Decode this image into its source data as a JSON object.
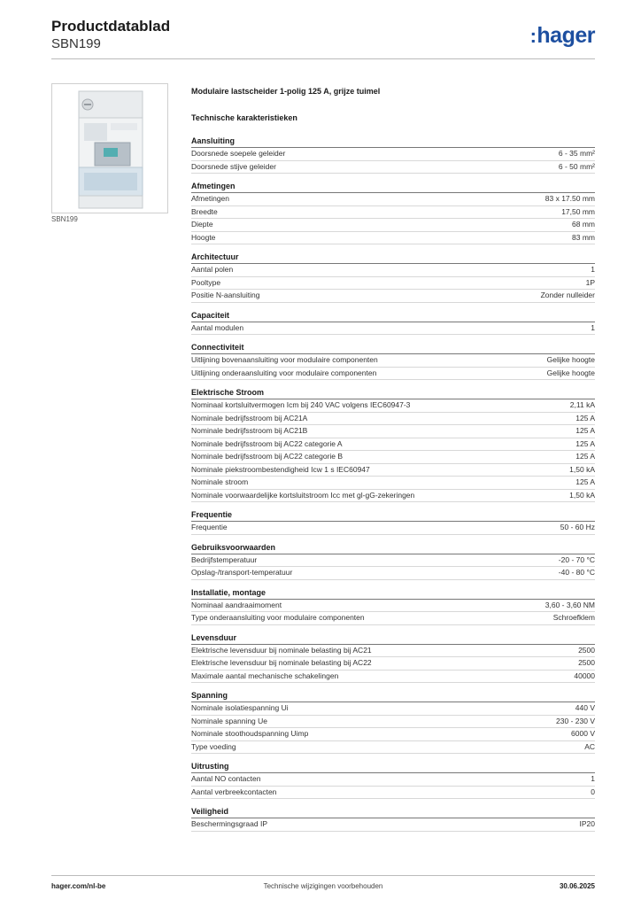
{
  "header": {
    "title": "Productdatablad",
    "subtitle": "SBN199",
    "logo_text": "hager",
    "brand_color": "#1d4fa0"
  },
  "product": {
    "image_caption": "SBN199",
    "description": "Modulaire lastscheider 1-polig 125 A, grijze tuimel"
  },
  "tech_heading": "Technische karakteristieken",
  "sections": [
    {
      "title": "Aansluiting",
      "rows": [
        {
          "label": "Doorsnede soepele geleider",
          "value": "6 - 35 mm²"
        },
        {
          "label": "Doorsnede stijve geleider",
          "value": "6 - 50 mm²"
        }
      ]
    },
    {
      "title": "Afmetingen",
      "rows": [
        {
          "label": "Afmetingen",
          "value": "83 x 17.50 mm"
        },
        {
          "label": "Breedte",
          "value": "17,50 mm"
        },
        {
          "label": "Diepte",
          "value": "68 mm"
        },
        {
          "label": "Hoogte",
          "value": "83 mm"
        }
      ]
    },
    {
      "title": "Architectuur",
      "rows": [
        {
          "label": "Aantal polen",
          "value": "1"
        },
        {
          "label": "Pooltype",
          "value": "1P"
        },
        {
          "label": "Positie N-aansluiting",
          "value": "Zonder nulleider"
        }
      ]
    },
    {
      "title": "Capaciteit",
      "rows": [
        {
          "label": "Aantal modulen",
          "value": "1"
        }
      ]
    },
    {
      "title": "Connectiviteit",
      "rows": [
        {
          "label": "Uitlijning bovenaansluiting voor modulaire componenten",
          "value": "Gelijke hoogte"
        },
        {
          "label": "Uitlijning onderaansluiting voor modulaire componenten",
          "value": "Gelijke hoogte"
        }
      ]
    },
    {
      "title": "Elektrische Stroom",
      "rows": [
        {
          "label": "Nominaal kortsluitvermogen Icm bij 240 VAC volgens IEC60947-3",
          "value": "2,11 kA"
        },
        {
          "label": "Nominale bedrijfsstroom bij AC21A",
          "value": "125 A"
        },
        {
          "label": "Nominale bedrijfsstroom bij AC21B",
          "value": "125 A"
        },
        {
          "label": "Nominale bedrijfsstroom bij AC22 categorie A",
          "value": "125 A"
        },
        {
          "label": "Nominale bedrijfsstroom bij AC22 categorie B",
          "value": "125 A"
        },
        {
          "label": "Nominale piekstroombestendigheid Icw 1 s IEC60947",
          "value": "1,50 kA"
        },
        {
          "label": "Nominale stroom",
          "value": "125 A"
        },
        {
          "label": "Nominale voorwaardelijke kortsluitstroom Icc met gl-gG-zekeringen",
          "value": "1,50 kA"
        }
      ]
    },
    {
      "title": "Frequentie",
      "rows": [
        {
          "label": "Frequentie",
          "value": "50 - 60 Hz"
        }
      ]
    },
    {
      "title": "Gebruiksvoorwaarden",
      "rows": [
        {
          "label": "Bedrijfstemperatuur",
          "value": "-20 - 70 °C"
        },
        {
          "label": "Opslag-/transport-temperatuur",
          "value": "-40 - 80 °C"
        }
      ]
    },
    {
      "title": "Installatie, montage",
      "rows": [
        {
          "label": "Nominaal aandraaimoment",
          "value": "3,60 - 3,60 NM"
        },
        {
          "label": "Type onderaansluiting voor modulaire componenten",
          "value": "Schroefklem"
        }
      ]
    },
    {
      "title": "Levensduur",
      "rows": [
        {
          "label": "Elektrische levensduur bij nominale belasting bij AC21",
          "value": "2500"
        },
        {
          "label": "Elektrische levensduur bij nominale belasting bij AC22",
          "value": "2500"
        },
        {
          "label": "Maximale aantal mechanische schakelingen",
          "value": "40000"
        }
      ]
    },
    {
      "title": "Spanning",
      "rows": [
        {
          "label": "Nominale isolatiespanning Ui",
          "value": "440 V"
        },
        {
          "label": "Nominale spanning Ue",
          "value": "230 - 230 V"
        },
        {
          "label": "Nominale stoothoudspanning Uimp",
          "value": "6000 V"
        },
        {
          "label": "Type voeding",
          "value": "AC"
        }
      ]
    },
    {
      "title": "Uitrusting",
      "rows": [
        {
          "label": "Aantal NO contacten",
          "value": "1"
        },
        {
          "label": "Aantal verbreekcontacten",
          "value": "0"
        }
      ]
    },
    {
      "title": "Veiligheid",
      "rows": [
        {
          "label": "Beschermingsgraad IP",
          "value": "IP20"
        }
      ]
    }
  ],
  "footer": {
    "left": "hager.com/nl-be",
    "center": "Technische wijzigingen voorbehouden",
    "right": "30.06.2025"
  }
}
